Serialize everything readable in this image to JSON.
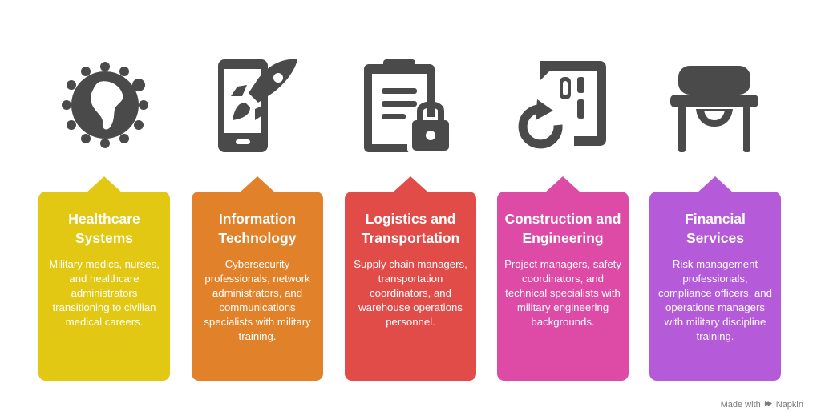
{
  "colors": {
    "icon": "#4a4a4a",
    "healthcare": "#e2c812",
    "it": "#e1822a",
    "logistics": "#e24c48",
    "construction": "#dd4ba6",
    "financial": "#b55ad9"
  },
  "sections": [
    {
      "icon": "globe-icon",
      "title": "Healthcare Systems",
      "text": "Military medics, nurses, and healthcare administrators transitioning to civilian medical careers."
    },
    {
      "icon": "phone-rocket-icon",
      "title": "Information Technology",
      "text": "Cybersecurity professionals, network administrators, and communications specialists with military training."
    },
    {
      "icon": "clipboard-lock-icon",
      "title": "Logistics and Transportation",
      "text": "Supply chain managers, transportation coordinators, and warehouse operations personnel."
    },
    {
      "icon": "document-refresh-icon",
      "title": "Construction and Engineering",
      "text": "Project managers, safety coordinators, and technical specialists with military engineering backgrounds."
    },
    {
      "icon": "chair-icon",
      "title": "Financial Services",
      "text": "Risk management professionals, compliance officers, and operations managers with military discipline training."
    }
  ],
  "footer": {
    "made_with": "Made with",
    "brand": "Napkin"
  }
}
